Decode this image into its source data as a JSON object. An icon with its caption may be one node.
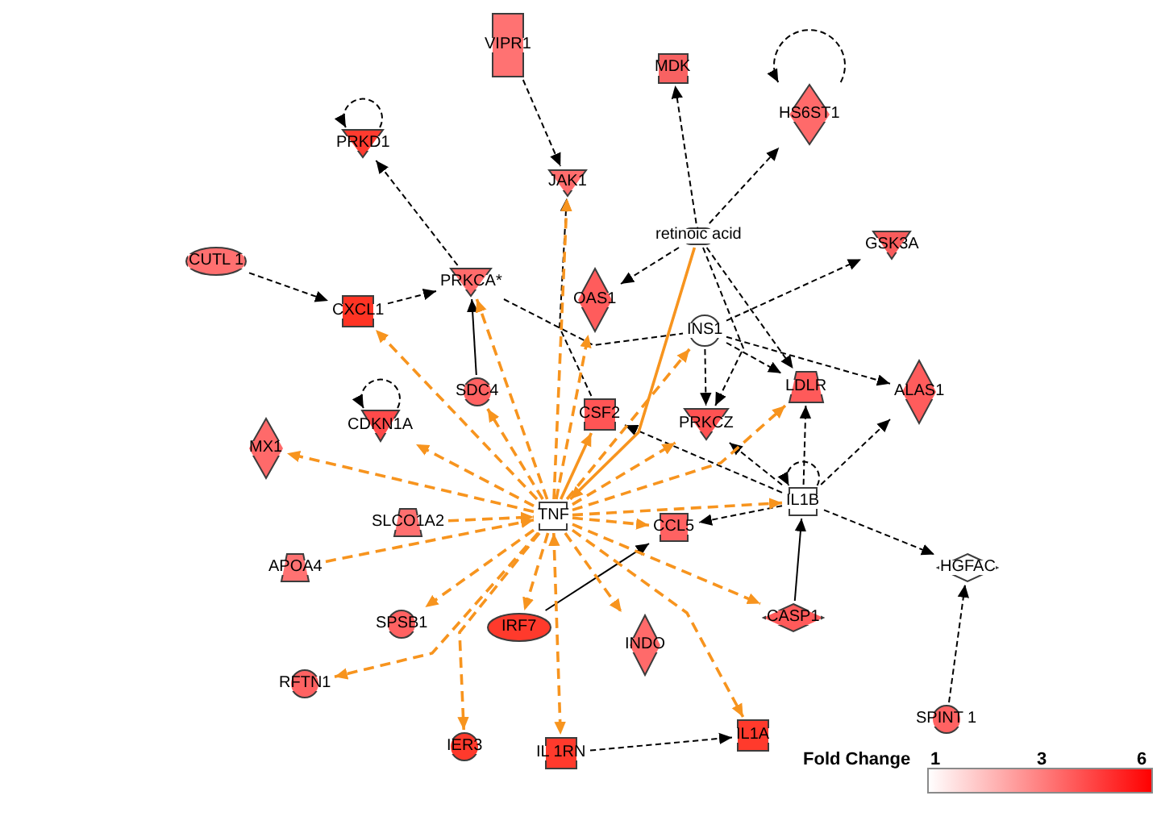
{
  "diagram": {
    "nodes": [
      {
        "text": [
          "VIPR1"
        ]
      },
      {
        "text": [
          "MDK"
        ]
      },
      {
        "text": [
          "HS6ST1"
        ]
      },
      {
        "text": [
          "PRKD1"
        ]
      },
      {
        "text": [
          "JAK1"
        ]
      },
      {
        "text": [
          "retinoic acid"
        ]
      },
      {
        "text": [
          "GSK3A"
        ]
      },
      {
        "text": [
          "CUTL 1"
        ]
      },
      {
        "text": [
          "PRKCA*"
        ]
      },
      {
        "text": [
          "OAS1"
        ]
      },
      {
        "text": [
          "CXCL1"
        ]
      },
      {
        "text": [
          "INS1"
        ]
      },
      {
        "text": [
          "LDLR"
        ]
      },
      {
        "text": [
          "SDC4"
        ]
      },
      {
        "text": [
          "ALAS1"
        ]
      },
      {
        "text": [
          "CSF2"
        ]
      },
      {
        "text": [
          "CDKN1A"
        ]
      },
      {
        "text": [
          "PRKCZ"
        ]
      },
      {
        "text": [
          "MX1"
        ]
      },
      {
        "text": [
          "IL1B"
        ]
      },
      {
        "text": [
          "TNF"
        ]
      },
      {
        "text": [
          "SLCO1A2"
        ]
      },
      {
        "text": [
          "CCL5"
        ]
      },
      {
        "text": [
          "HGFAC"
        ]
      },
      {
        "text": [
          "APOA4"
        ]
      },
      {
        "text": [
          "CASP1"
        ]
      },
      {
        "text": [
          "SPSB1"
        ]
      },
      {
        "text": [
          "IRF7"
        ]
      },
      {
        "text": [
          "INDO"
        ]
      },
      {
        "text": [
          "RFTN1"
        ]
      },
      {
        "text": [
          "SPINT 1"
        ]
      },
      {
        "text": [
          "IL1A"
        ]
      },
      {
        "text": [
          "IER3"
        ]
      },
      {
        "text": [
          "IL 1RN"
        ]
      },
      {
        "text": [],
        "shape": "bar"
      }
    ],
    "edges": [
      {
        "from": 0,
        "to": 4,
        "arrow": "to",
        "style": "dashed"
      },
      {
        "from": 5,
        "to": 1,
        "arrow": "to",
        "style": "dashed"
      },
      {
        "from": 5,
        "to": 2,
        "arrow": "to",
        "style": "dashed"
      },
      {
        "from": 2,
        "to": 2,
        "arrow": "to",
        "style": "dashed"
      },
      {
        "from": 3,
        "to": 3,
        "arrow": "to",
        "style": "dashed"
      },
      {
        "from": 8,
        "to": 3,
        "arrow": "to",
        "style": "dashed"
      },
      {
        "from": 7,
        "to": 10,
        "arrow": "to",
        "style": "dashed"
      },
      {
        "from": 10,
        "to": 8,
        "arrow": "to",
        "style": "dashed"
      },
      {
        "from": 8,
        "to": 11,
        "arrow": "none",
        "style": "dashed"
      },
      {
        "from": 15,
        "to": 4,
        "arrow": "to",
        "style": "dashed"
      },
      {
        "from": 5,
        "to": 9,
        "arrow": "to",
        "style": "dashed"
      },
      {
        "from": 5,
        "to": 17,
        "arrow": "to",
        "style": "dashed"
      },
      {
        "from": 5,
        "to": 12,
        "arrow": "to",
        "style": "dashed"
      },
      {
        "from": 11,
        "to": 6,
        "arrow": "to",
        "style": "dashed"
      },
      {
        "from": 11,
        "to": 17,
        "arrow": "to",
        "style": "dashed"
      },
      {
        "from": 11,
        "to": 12,
        "arrow": "to",
        "style": "dashed"
      },
      {
        "from": 11,
        "to": 14,
        "arrow": "to",
        "style": "dashed"
      },
      {
        "from": 16,
        "to": 16,
        "arrow": "to",
        "style": "dashed"
      },
      {
        "from": 19,
        "to": 19,
        "arrow": "to",
        "style": "dashed"
      },
      {
        "from": 19,
        "to": 12,
        "arrow": "to",
        "style": "dashed"
      },
      {
        "from": 19,
        "to": 14,
        "arrow": "to",
        "style": "dashed"
      },
      {
        "from": 19,
        "to": 15,
        "arrow": "to",
        "style": "dashed"
      },
      {
        "from": 19,
        "to": 17,
        "arrow": "to",
        "style": "dashed"
      },
      {
        "from": 19,
        "to": 22,
        "arrow": "to",
        "style": "dashed"
      },
      {
        "from": 19,
        "to": 23,
        "arrow": "to",
        "style": "dashed"
      },
      {
        "from": 30,
        "to": 23,
        "arrow": "to",
        "style": "dashed"
      },
      {
        "from": 33,
        "to": 31,
        "arrow": "to",
        "style": "dashed"
      },
      {
        "from": 13,
        "to": 8,
        "arrow": "to"
      },
      {
        "from": 27,
        "to": 22,
        "arrow": "to"
      },
      {
        "from": 25,
        "to": 19,
        "arrow": "to"
      },
      {
        "from": 20,
        "to": 10,
        "arrow": "to",
        "style": "dashed",
        "color": "#f7941e"
      },
      {
        "from": 20,
        "to": 8,
        "arrow": "to",
        "style": "dashed",
        "color": "#f7941e"
      },
      {
        "from": 20,
        "to": 4,
        "arrow": "to",
        "style": "dashed",
        "color": "#f7941e"
      },
      {
        "from": 20,
        "to": 9,
        "arrow": "to",
        "style": "dashed",
        "color": "#f7941e"
      },
      {
        "from": 20,
        "to": 13,
        "arrow": "to",
        "style": "dashed",
        "color": "#f7941e"
      },
      {
        "from": 20,
        "to": 16,
        "arrow": "to",
        "style": "dashed",
        "color": "#f7941e"
      },
      {
        "from": 20,
        "to": 18,
        "arrow": "to",
        "style": "dashed",
        "color": "#f7941e"
      },
      {
        "from": 21,
        "to": 20,
        "arrow": "to",
        "style": "dashed",
        "color": "#f7941e"
      },
      {
        "from": 24,
        "to": 20,
        "arrow": "to",
        "style": "dashed",
        "color": "#f7941e"
      },
      {
        "from": 20,
        "to": 26,
        "arrow": "to",
        "style": "dashed",
        "color": "#f7941e"
      },
      {
        "from": 20,
        "to": 29,
        "arrow": "to",
        "style": "dashed",
        "color": "#f7941e"
      },
      {
        "from": 20,
        "to": 27,
        "arrow": "to",
        "style": "dashed",
        "color": "#f7941e"
      },
      {
        "from": 20,
        "to": 32,
        "arrow": "to",
        "style": "dashed",
        "color": "#f7941e"
      },
      {
        "from": 20,
        "to": 33,
        "arrow": "both",
        "style": "dashed",
        "color": "#f7941e"
      },
      {
        "from": 20,
        "to": 28,
        "arrow": "to",
        "style": "dashed",
        "color": "#f7941e"
      },
      {
        "from": 20,
        "to": 31,
        "arrow": "to",
        "style": "dashed",
        "color": "#f7941e"
      },
      {
        "from": 20,
        "to": 25,
        "arrow": "to",
        "style": "dashed",
        "color": "#f7941e"
      },
      {
        "from": 20,
        "to": 22,
        "arrow": "to",
        "style": "dashed",
        "color": "#f7941e"
      },
      {
        "from": 20,
        "to": 19,
        "arrow": "to",
        "style": "dashed",
        "color": "#f7941e"
      },
      {
        "from": 20,
        "to": 17,
        "arrow": "to",
        "style": "dashed",
        "color": "#f7941e"
      },
      {
        "from": 20,
        "to": 12,
        "arrow": "to",
        "style": "dashed",
        "color": "#f7941e"
      },
      {
        "from": 20,
        "to": 11,
        "arrow": "to",
        "style": "dashed",
        "color": "#f7941e"
      },
      {
        "from": 20,
        "to": 15,
        "arrow": "to",
        "color": "#f7941e"
      },
      {
        "from": 5,
        "to": 20,
        "arrow": "to",
        "color": "#f7941e"
      }
    ],
    "labels": [
      "Fold Change",
      "1",
      "3",
      "6"
    ]
  }
}
